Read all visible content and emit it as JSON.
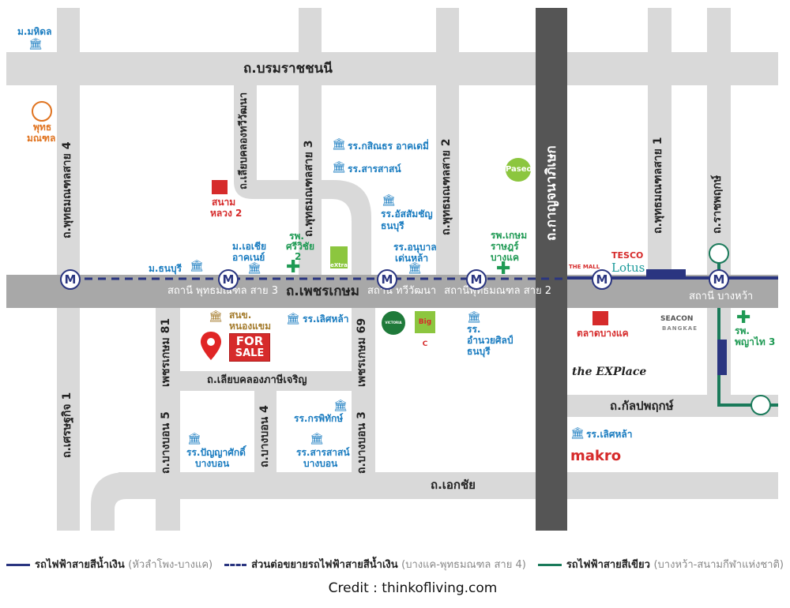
{
  "roads": {
    "top": "ถ.บรมราชชนนี",
    "main": "ถ.เพชรเกษม",
    "kanchana": "ถ.กาญจนาภิเษก",
    "pm4": "ถ.พุทธมณฑลสาย 4",
    "liab_thawi": "ถ.เลียบคลองทวีวัฒนา",
    "pm3": "ถ.พุทธมณฑลสาย 3",
    "pm2": "ถ.พุทธมณฑลสาย 2",
    "pm1": "ถ.พุทธมณฑลสาย 1",
    "ratchaphruek": "ถ.ราชพฤกษ์",
    "phet81": "เพชรเกษม 81",
    "phet69": "เพชรเกษม 69",
    "bangbon5": "ถ.บางบอน 5",
    "bangbon4": "ถ.บางบอน 4",
    "bangbon3": "ถ.บางบอน 3",
    "setthakij": "ถ.เศรษฐกิจ 1",
    "liab_phasi": "ถ.เลียบคลองภาษีเจริญ",
    "kanlapaphruek": "ถ.กัลปพฤกษ์",
    "ekkachai": "ถ.เอกชัย"
  },
  "stations": {
    "pm3": "สถานี พุทธมณฑล สาย 3",
    "thawi": "สถานี ทวีวัฒนา",
    "pm2": "สถานีพุทธมณฑล สาย 2",
    "bangwa": "สถานี บางหว้า",
    "metro_icon": "M"
  },
  "places": {
    "mahidol": "ม.มหิดล",
    "buddha1": "พุทธ",
    "buddha2": "มณฑล",
    "sanam1": "สนาม",
    "sanam2": "หลวง 2",
    "kasem_academy": "รร.กสิณธร อาคเดมี่",
    "sarasas": "รร.สารสาสน์",
    "assumption1": "รร.อัสสัมชัญ",
    "assumption2": "ธนบุรี",
    "paseo": "Paseo",
    "dhonburi": "ม.ธนบุรี",
    "asia1": "ม.เอเชีย",
    "asia2": "อาคเนย์",
    "sriwichai1": "รพ.",
    "sriwichai2": "ศรีวิชัย",
    "sriwichai3": "2",
    "bigc_extra": "eXtra",
    "anuban1": "รร.อนุบาล",
    "anuban2": "เด่นหล้า",
    "kasem_hosp1": "รพ.เกษม",
    "kasem_hosp2": "ราษฎร์",
    "kasem_hosp3": "บางแค",
    "the_mall": "THE MALL",
    "tesco": "TESCO",
    "lotus": "Lotus",
    "nongkhaem1": "สนข.",
    "nongkhaem2": "หนองแขม",
    "lertla": "รร.เลิศหล้า",
    "for": "FOR",
    "sale": "SALE",
    "victoria": "VICTORIA GARDENS",
    "bigc": "Big C",
    "amnuay1": "รร.",
    "amnuay2": "อำนวยศิลป์",
    "amnuay3": "ธนบุรี",
    "talad_bangkae": "ตลาดบางแค",
    "seacon1": "SEACON",
    "seacon2": "BANGKAE",
    "phyathai1": "รพ.",
    "phyathai2": "พญาไท 3",
    "explace": "the EXPlace",
    "kornpitak": "รร.กรพิทักษ์",
    "panya1": "รร.ปัญญาศักดิ์",
    "panya2": "บางบอน",
    "sarasas_bb1": "รร.สารสาสน์",
    "sarasas_bb2": "บางบอน",
    "lertla2": "รร.เลิศหล้า",
    "makro": "makro"
  },
  "legend": [
    {
      "label": "รถไฟฟ้าสายสีน้ำเงิน",
      "sub": "(หัวลำโพง-บางแค)",
      "color": "#2a3580",
      "style": "solid"
    },
    {
      "label": "ส่วนต่อขยายรถไฟฟ้าสายสีน้ำเงิน",
      "sub": "(บางแค-พุทธมณฑล สาย 4)",
      "color": "#2a3580",
      "style": "dashed"
    },
    {
      "label": "รถไฟฟ้าสายสีเขียว",
      "sub": "(บางหว้า-สนามกีฬาแห่งชาติ)",
      "color": "#1a7a5a",
      "style": "solid"
    }
  ],
  "credit": "Credit : thinkofliving.com",
  "colors": {
    "road": "#d9d9d9",
    "main_road": "#a8a8a8",
    "expressway": "#555555",
    "blue_line": "#2a3580",
    "green_line": "#1a7a5a",
    "for_sale": "#d62b2b"
  }
}
